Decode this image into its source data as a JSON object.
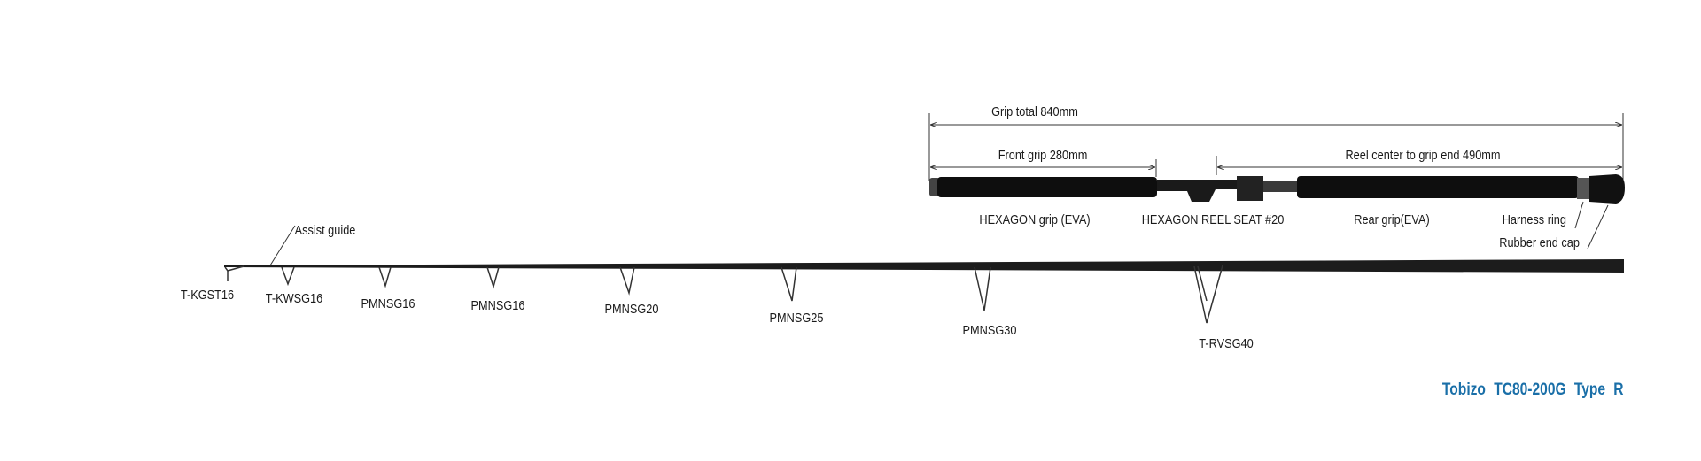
{
  "title": "Tobizo  TC80-200G  Type R",
  "colors": {
    "title": "#1a6fa8",
    "rod": "#1c1c1c",
    "grip": "#0e0e0e"
  },
  "dimensions": {
    "grip_total": "Grip total 840mm",
    "front_grip": "Front grip 280mm",
    "reel_to_end": "Reel center to grip end 490mm"
  },
  "grip_parts": {
    "front_grip": "HEXAGON grip (EVA)",
    "reel_seat": "HEXAGON REEL SEAT #20",
    "rear_grip": "Rear grip(EVA)",
    "harness_ring": "Harness ring",
    "end_cap": "Rubber end cap"
  },
  "assist_guide": "Assist guide",
  "guides": [
    "T-KGST16",
    "T-KWSG16",
    "PMNSG16",
    "PMNSG16",
    "PMNSG20",
    "PMNSG25",
    "PMNSG30",
    "T-RVSG40"
  ]
}
